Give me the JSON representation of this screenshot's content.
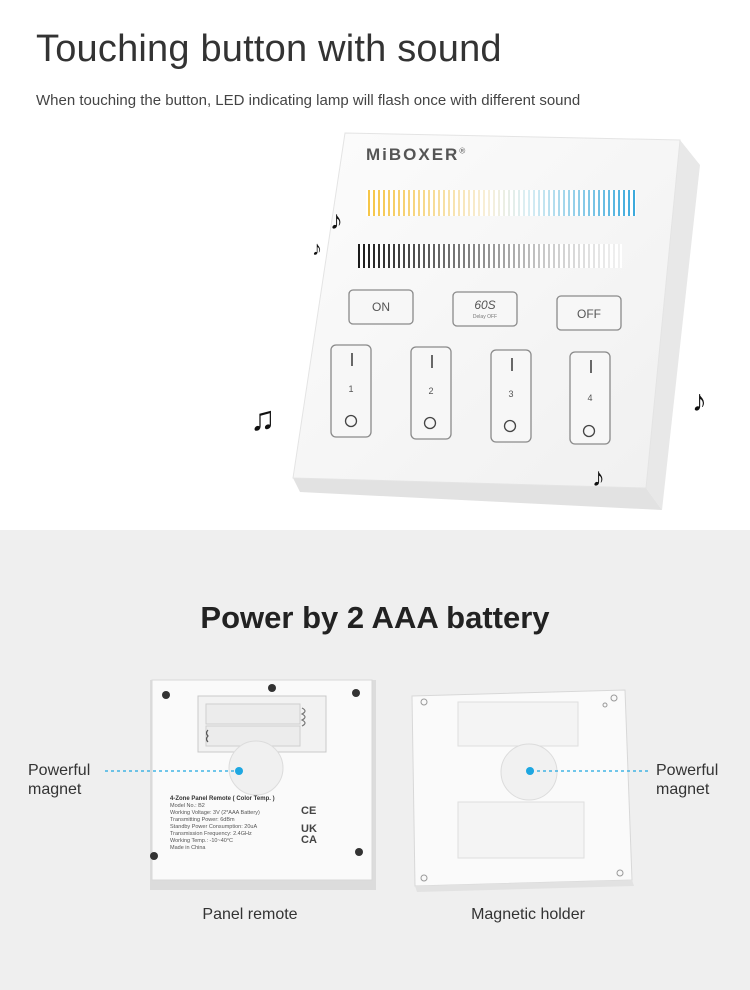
{
  "header": {
    "title": "Touching button with sound",
    "subtitle": "When touching the button, LED indicating lamp will flash once with different sound"
  },
  "device": {
    "brand": "MiBOXER",
    "registered": "®",
    "buttons": {
      "on": "ON",
      "delay": "60S",
      "delay_sub": "Delay OFF",
      "off": "OFF"
    },
    "zones": [
      "1",
      "2",
      "3",
      "4"
    ]
  },
  "battery_section": {
    "title": "Power by 2 AAA battery",
    "magnet_left": [
      "Powerful",
      "magnet"
    ],
    "magnet_right": [
      "Powerful",
      "magnet"
    ],
    "panel_caption": "Panel remote",
    "holder_caption": "Magnetic holder",
    "label": {
      "title": "4-Zone Panel Remote ( Color Temp. )",
      "lines": [
        "Model No.: B2",
        "Working Voltage: 3V (2*AAA Battery)",
        "Transmitting Power: 6dBm",
        "Standby Power Consumption: 20uA",
        "Transmission Frequency: 2.4GHz",
        "Working Temp.: -10~40°C",
        "Made in China"
      ],
      "cert_top": "CE",
      "cert_bottom": [
        "UK",
        "CA"
      ]
    }
  },
  "colors": {
    "warm": "#f6c544",
    "cool": "#3aa9dc",
    "accent_dot": "#1ea7e1",
    "bottom_bg": "#efefef"
  }
}
